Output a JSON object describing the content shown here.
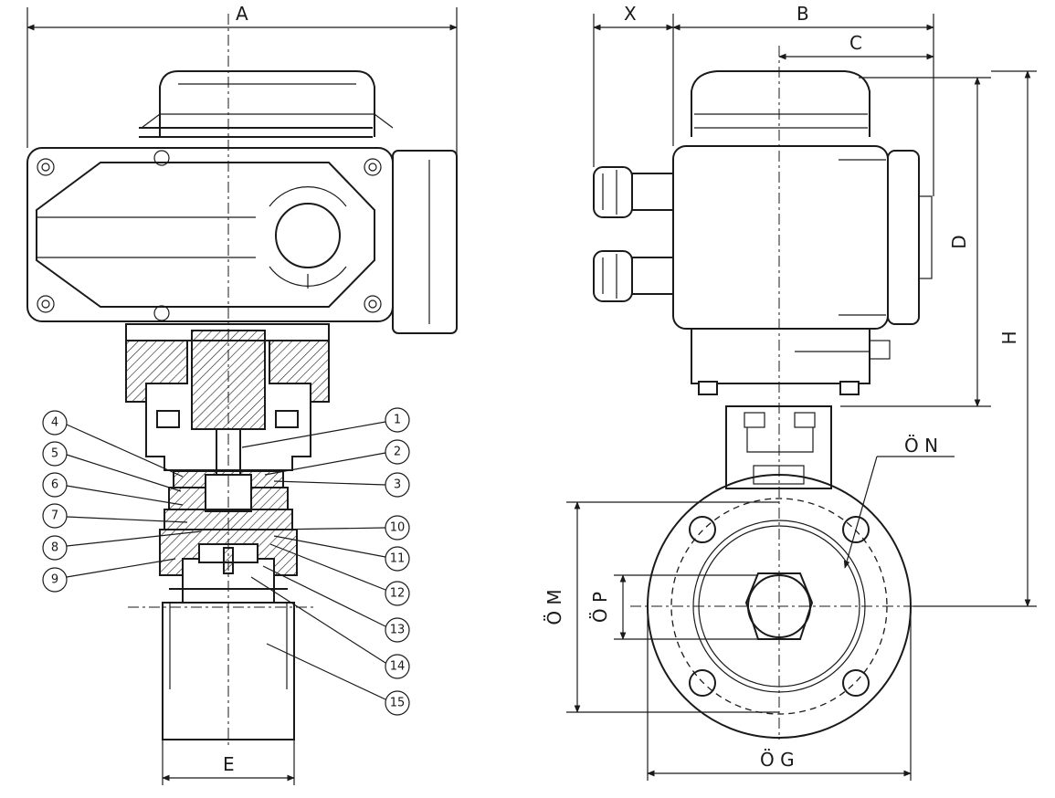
{
  "diagram": {
    "dimensions": {
      "A": "A",
      "B": "B",
      "C": "C",
      "D": "D",
      "E": "E",
      "H": "H",
      "X": "X",
      "G": "Ö G",
      "M": "Ö M",
      "N": "Ö N",
      "P": "Ö P"
    },
    "parts": [
      "1",
      "2",
      "3",
      "4",
      "5",
      "6",
      "7",
      "8",
      "9",
      "10",
      "11",
      "12",
      "13",
      "14",
      "15"
    ]
  }
}
